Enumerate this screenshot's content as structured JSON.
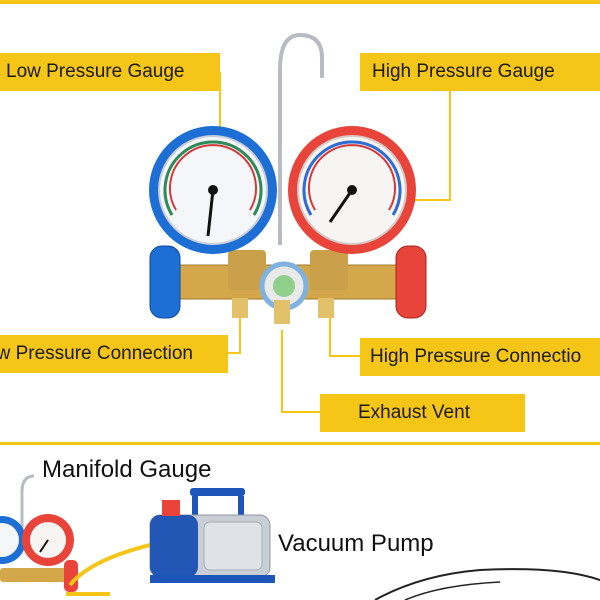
{
  "labels": {
    "low_pressure_gauge": "Low Pressure Gauge",
    "high_pressure_gauge": "High Pressure Gauge",
    "low_pressure_connection": "ow Pressure Connection",
    "high_pressure_connection": "High Pressure Connectio",
    "exhaust_vent": "Exhaust Vent",
    "manifold_gauge": "Manifold Gauge",
    "vacuum_pump": "Vacuum Pump"
  },
  "colors": {
    "accent_yellow": "#f5c518",
    "low_side_blue": "#1d6fd6",
    "high_side_red": "#e8443a",
    "brass": "#d4a84a"
  }
}
